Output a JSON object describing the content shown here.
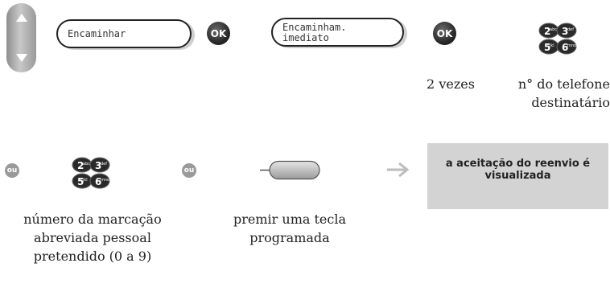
{
  "row1": {
    "display1": "Encaminhar",
    "ok_label": "OK",
    "display2": "Encaminham.\nimediato",
    "caption_ok": "2 vezes",
    "caption_keypad": "n° do telefone destinatário"
  },
  "row2": {
    "or_label": "ou",
    "keypad_caption": "número da marcação abreviada pessoal pretendido (0 a 9)",
    "key_caption": "premir uma tecla programada",
    "result_text": "a aceitação do reenvio é visualizada"
  },
  "keypad_keys": [
    "2abc",
    "3def",
    "5jkl",
    "6mno"
  ],
  "colors": {
    "result_bg": "#d3d3d3",
    "arrow": "#bdbdbd",
    "ou_circle": "#9a9a9a"
  }
}
